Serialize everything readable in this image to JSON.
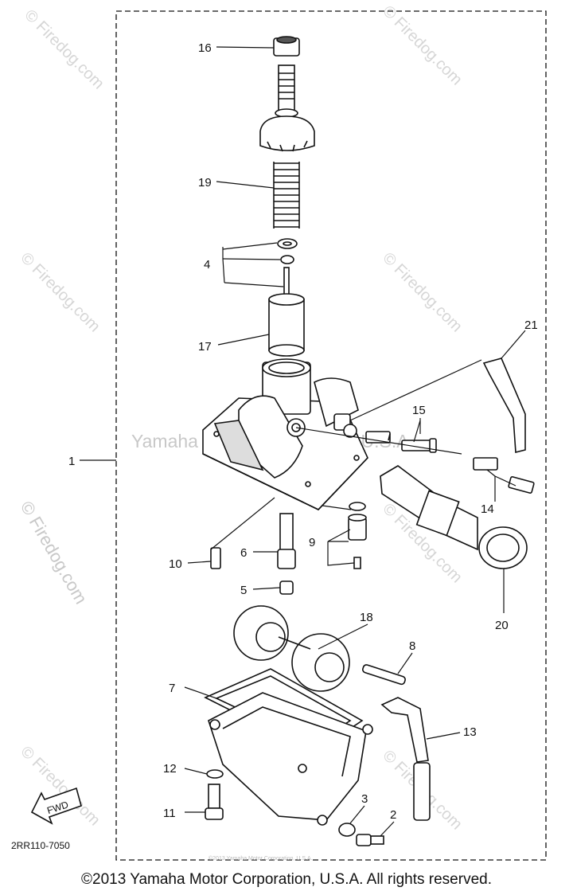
{
  "callouts": {
    "p1": "1",
    "p2": "2",
    "p3": "3",
    "p4": "4",
    "p5": "5",
    "p6": "6",
    "p7": "7",
    "p8": "8",
    "p9": "9",
    "p10": "10",
    "p11": "11",
    "p12": "12",
    "p13": "13",
    "p14": "14",
    "p15": "15",
    "p16": "16",
    "p17": "17",
    "p18": "18",
    "p19": "19",
    "p20": "20",
    "p21": "21"
  },
  "diagram_code": "2RR110-7050",
  "fwd_label": "FWD",
  "watermarks": {
    "side": "© Firedog.com",
    "tile": "© Firedog.com",
    "center": "Yamaha Motor Corporation, U.S.A."
  },
  "tiny_footer": "©2013 Yamaha Motor Corporation, U.S.A.",
  "copyright": "©2013 Yamaha Motor Corporation, U.S.A. All rights reserved."
}
